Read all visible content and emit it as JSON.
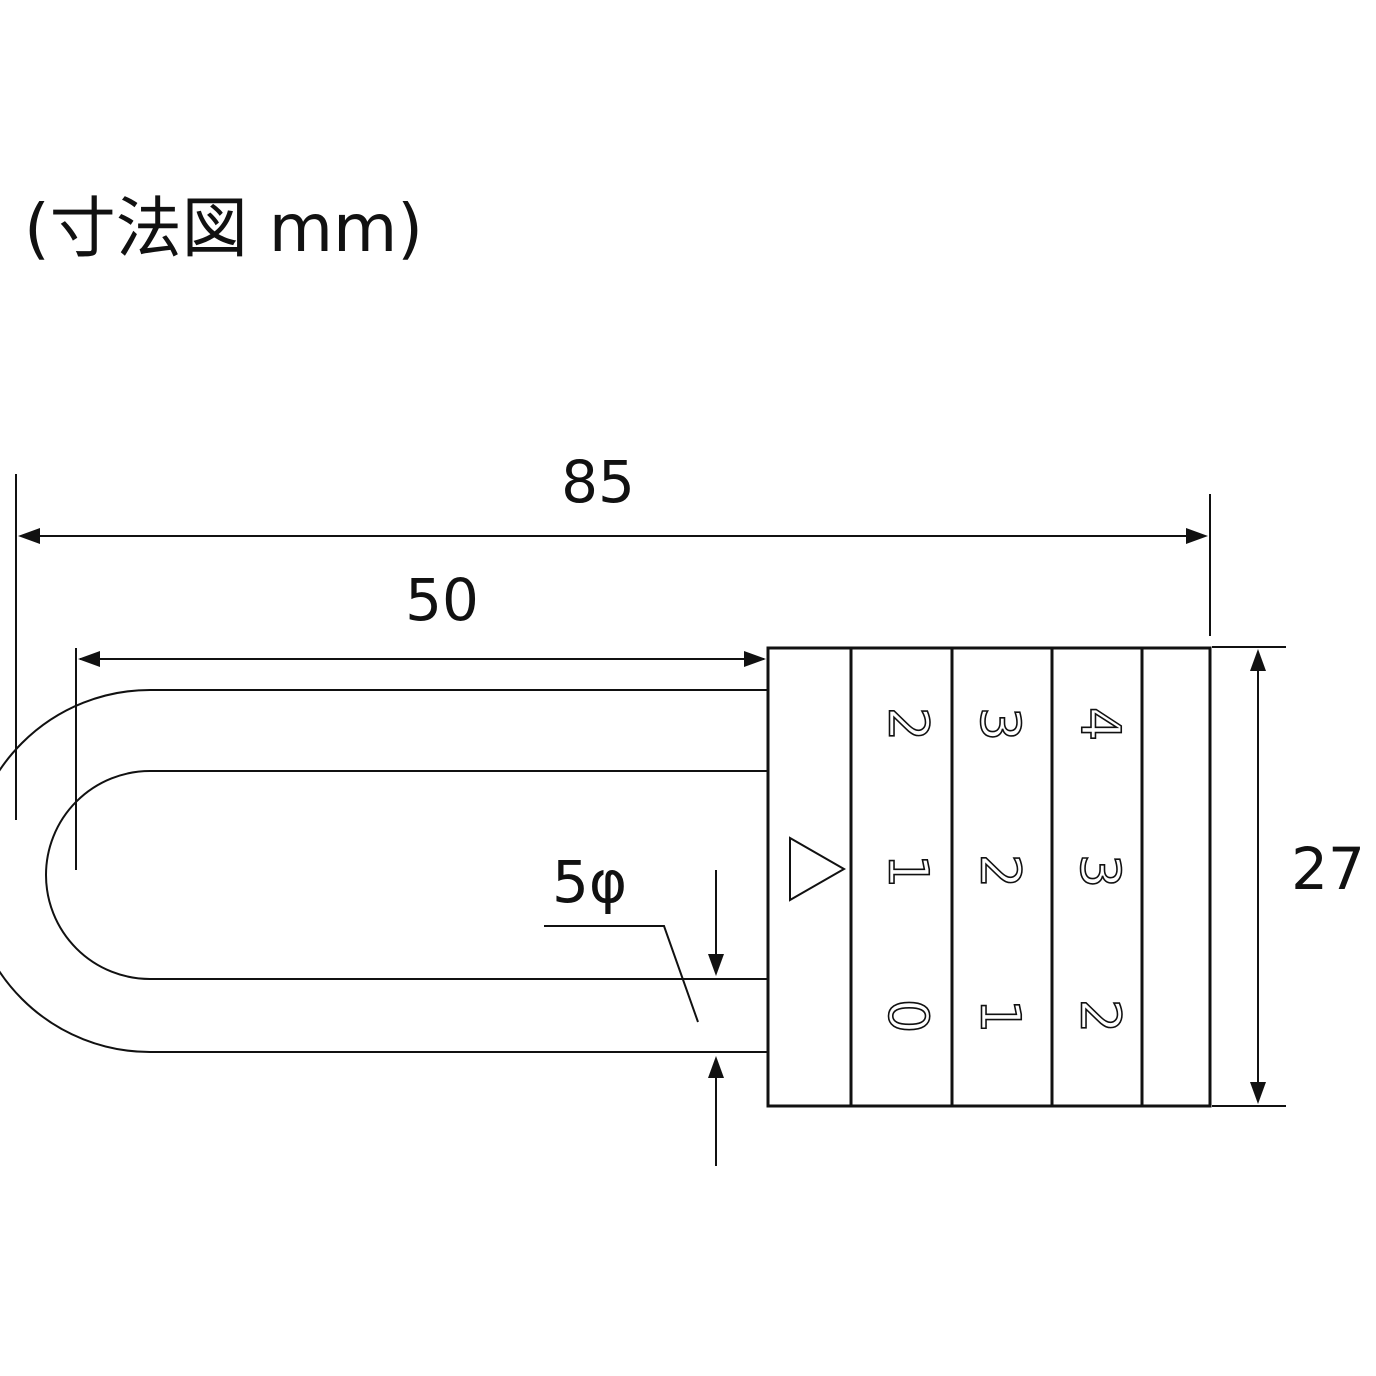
{
  "title": "(寸法図 mm)",
  "dimensions": {
    "overall_length": "85",
    "shackle_length": "50",
    "body_height": "27",
    "shackle_diameter": "5φ"
  },
  "dials": [
    [
      "2",
      "1",
      "0"
    ],
    [
      "3",
      "2",
      "1"
    ],
    [
      "4",
      "3",
      "2"
    ]
  ],
  "indicator_icon": "triangle-pointer-icon"
}
